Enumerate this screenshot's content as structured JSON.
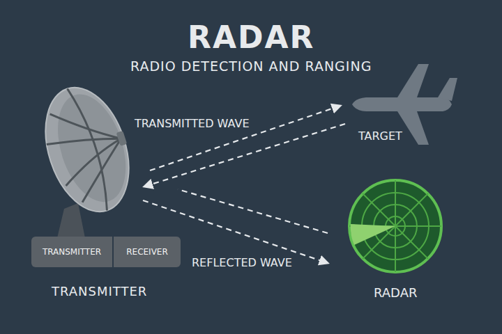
{
  "diagram": {
    "title": "RADAR",
    "nodes": [
      {
        "text": [
          "TRANSMITTER"
        ]
      },
      {
        "text": [
          "RECEIVER"
        ]
      }
    ],
    "labels": [
      "RADIO DETECTION AND RANGING",
      "TRANSMITTED WAVE",
      "TARGET",
      "REFLECTED WAVE",
      "TRANSMITTER",
      "RADAR"
    ]
  }
}
